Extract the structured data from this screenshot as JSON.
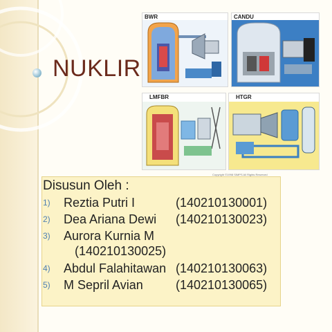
{
  "slide": {
    "title": "NUKLIR",
    "diagrams": [
      {
        "label": "BWR"
      },
      {
        "label": "CANDU"
      },
      {
        "label": "LMFBR"
      },
      {
        "label": "HTGR"
      }
    ],
    "copyright": "Copyright ©1998 SIMPS All Rights Reserved",
    "credits": {
      "heading": "Disusun Oleh :",
      "members": [
        {
          "num": "1)",
          "name": "Reztia Putri I",
          "id": "(140210130001)"
        },
        {
          "num": "2)",
          "name": "Dea Ariana Dewi",
          "id": "(140210130023)"
        },
        {
          "num": "3)",
          "name": "Aurora Kurnia M",
          "id": "(140210130025)"
        },
        {
          "num": "4)",
          "name": "Abdul Falahitawan",
          "id": "(140210130063)"
        },
        {
          "num": "5)",
          "name": "M Sepril Avian",
          "id": "(140210130065)"
        }
      ]
    }
  },
  "colors": {
    "title": "#6b2a1c",
    "numbering": "#4e7fb0",
    "credits_bg": "#fcf3c7",
    "panel_blue": "#3c7fc4",
    "panel_yellow": "#f7e98f"
  }
}
